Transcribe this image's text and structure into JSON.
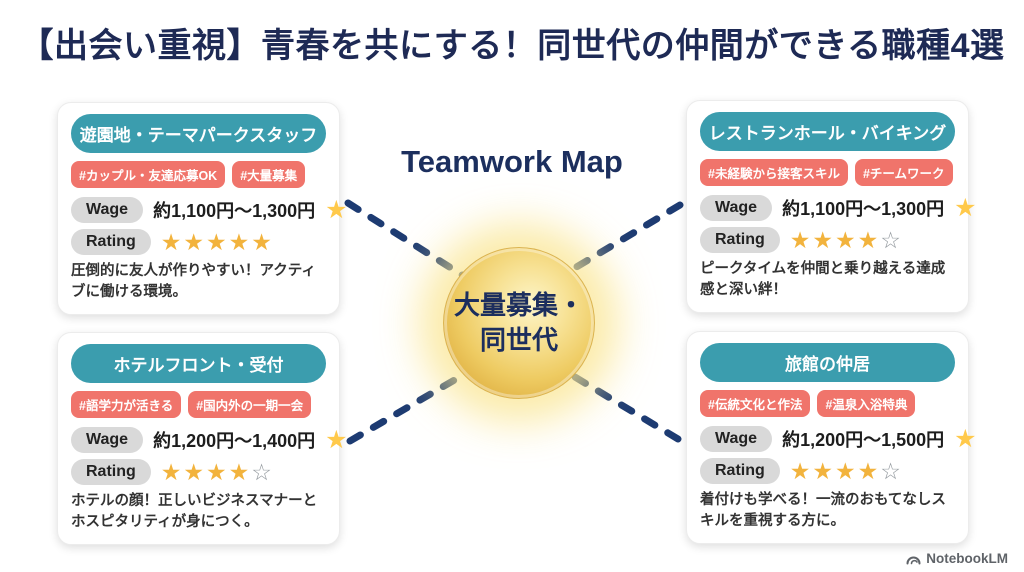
{
  "title": "【出会い重視】青春を共にする！同世代の仲間ができる職種4選",
  "map_label": "Teamwork Map",
  "center_node": {
    "line1": "大量募集・",
    "line2": "同世代"
  },
  "labels": {
    "wage": "Wage",
    "rating": "Rating"
  },
  "cards": [
    {
      "title": "遊園地・テーマパークスタッフ",
      "tags": [
        "#カップル・友達応募OK",
        "#大量募集"
      ],
      "wage": "約1,100円〜1,300円",
      "rating": 5,
      "description": "圧倒的に友人が作りやすい！アクティブに働ける環境。"
    },
    {
      "title": "レストランホール・バイキング",
      "tags": [
        "#未経験から接客スキル",
        "#チームワーク"
      ],
      "wage": "約1,100円〜1,300円",
      "rating": 4,
      "description": "ピークタイムを仲間と乗り越える達成感と深い絆！"
    },
    {
      "title": "ホテルフロント・受付",
      "tags": [
        "#語学力が活きる",
        "#国内外の一期一会"
      ],
      "wage": "約1,200円〜1,400円",
      "rating": 4,
      "description": "ホテルの顔！正しいビジネスマナーとホスピタリティが身につく。"
    },
    {
      "title": "旅館の仲居",
      "tags": [
        "#伝統文化と作法",
        "#温泉入浴特典"
      ],
      "wage": "約1,200円〜1,500円",
      "rating": 4,
      "description": "着付けも学べる！一流のおもてなしスキルを重視する方に。"
    }
  ],
  "footer": {
    "brand": "NotebookLM"
  },
  "colors": {
    "title_navy": "#1e2a55",
    "header_teal": "#3b9dae",
    "tag_salmon": "#f0746b",
    "pill_gray": "#d9d9d9",
    "star_gold": "#f2b33d",
    "wage_star_gold": "#ffc94b",
    "connector_navy": "#1d3b72",
    "circle_gold": "#eecb62"
  }
}
